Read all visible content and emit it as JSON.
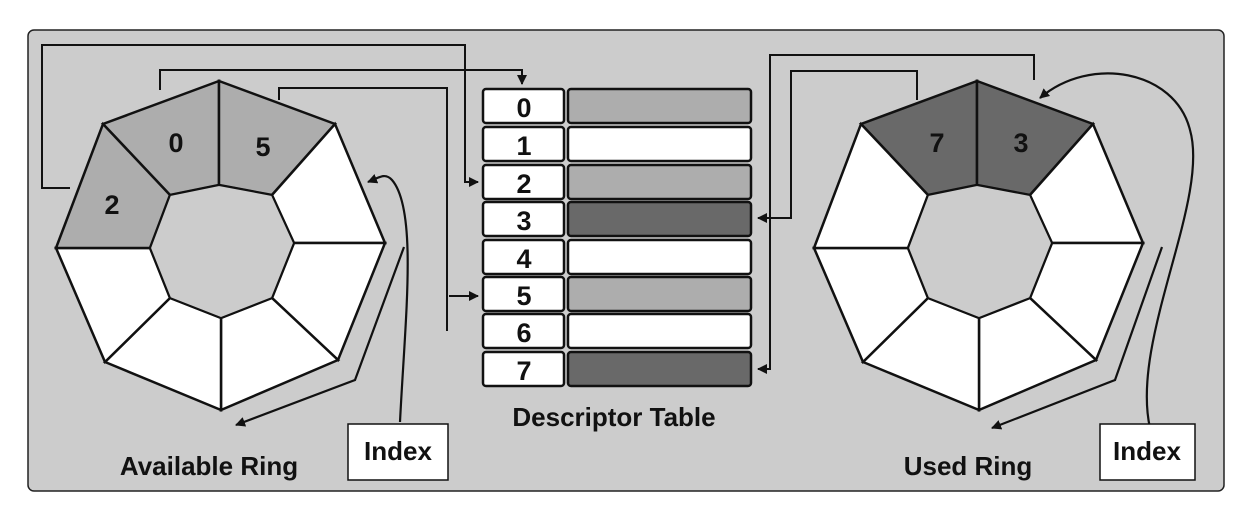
{
  "colors": {
    "frame_fill": "#cccccc",
    "light_gray": "#adadad",
    "dark_gray": "#696969",
    "white": "#ffffff",
    "stroke": "#111111"
  },
  "available_ring": {
    "title": "Available Ring",
    "index_label": "Index",
    "filled_segments": [
      {
        "label": "2",
        "shade": "light"
      },
      {
        "label": "0",
        "shade": "light"
      },
      {
        "label": "5",
        "shade": "light"
      }
    ]
  },
  "descriptor_table": {
    "title": "Descriptor Table",
    "rows": [
      {
        "index": "0",
        "shade": "light"
      },
      {
        "index": "1",
        "shade": "white"
      },
      {
        "index": "2",
        "shade": "light"
      },
      {
        "index": "3",
        "shade": "dark"
      },
      {
        "index": "4",
        "shade": "white"
      },
      {
        "index": "5",
        "shade": "light"
      },
      {
        "index": "6",
        "shade": "white"
      },
      {
        "index": "7",
        "shade": "dark"
      }
    ]
  },
  "used_ring": {
    "title": "Used Ring",
    "index_label": "Index",
    "filled_segments": [
      {
        "label": "7",
        "shade": "dark"
      },
      {
        "label": "3",
        "shade": "dark"
      }
    ]
  }
}
